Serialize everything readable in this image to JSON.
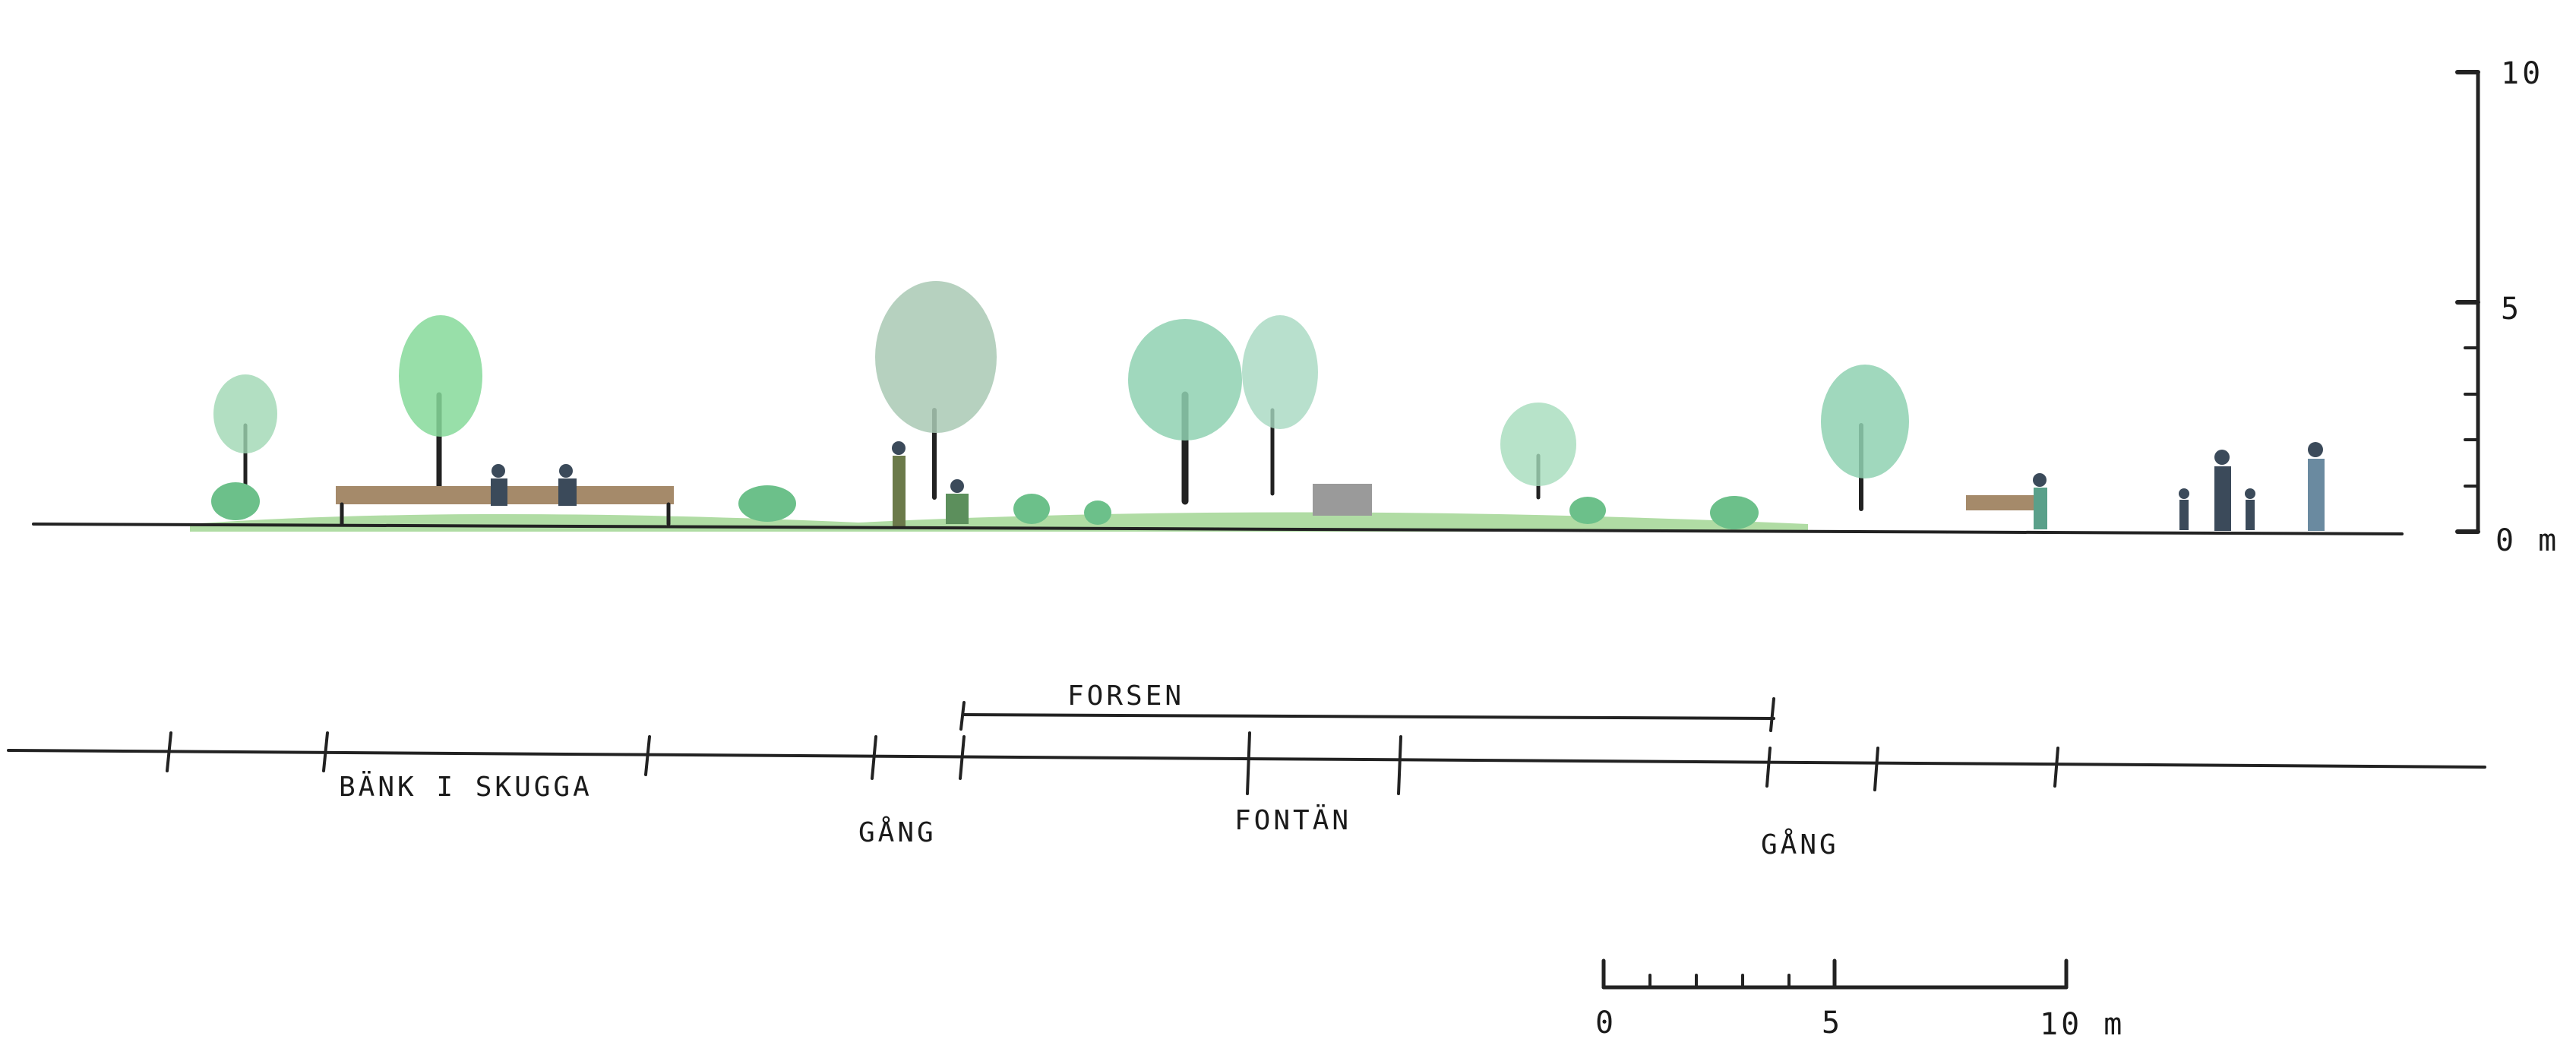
{
  "section_labels": {
    "bench": "BÄNK I SKUGGA",
    "path_left": "GÅNG",
    "fountain": "FONTÄN",
    "path_right": "GÅNG",
    "rapids": "FORSEN"
  },
  "vertical_scale": {
    "top": "10",
    "mid": "5",
    "bottom": "0 m"
  },
  "horizontal_scale": {
    "start": "0",
    "mid": "5",
    "end": "10 m"
  },
  "colors": {
    "foliage": "#8fd6a4",
    "foliage_dark": "#6cc08a",
    "grey_tree": "#a9c9b4",
    "bench": "#a58a6a",
    "ground": "#6fbf5a",
    "ink": "#222222"
  }
}
